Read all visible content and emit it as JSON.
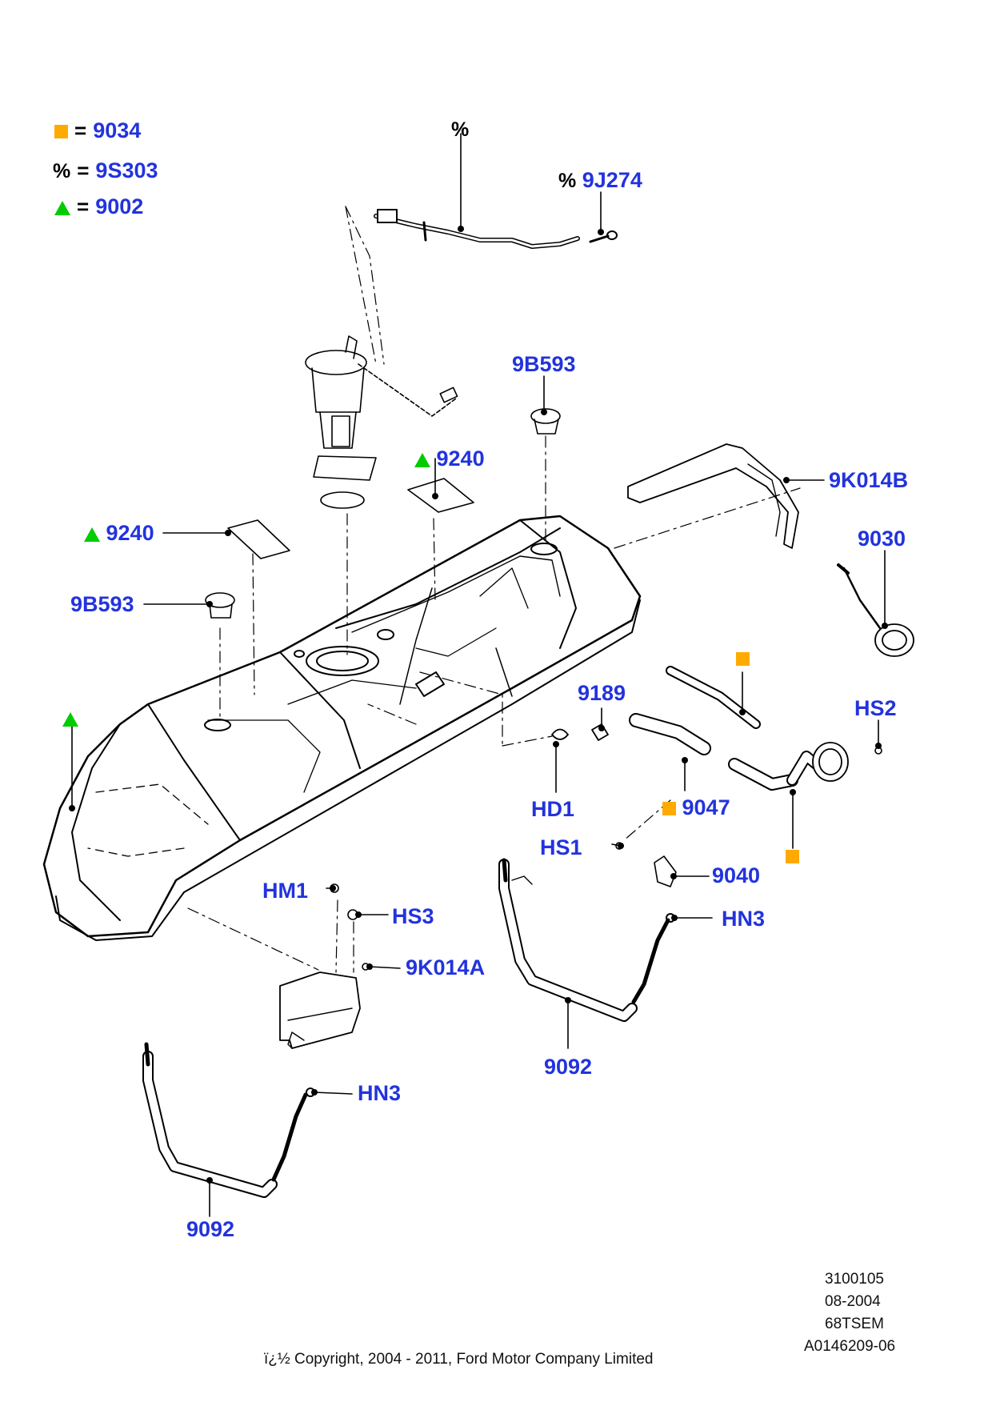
{
  "colors": {
    "label": "#2233dd",
    "orange_square": "#ffaa00",
    "green_triangle": "#00cc00",
    "line": "#000000"
  },
  "legend": [
    {
      "icon": "orange-square-icon",
      "symbol": "",
      "value": "9034"
    },
    {
      "icon": "",
      "symbol": "%",
      "value": "9S303"
    },
    {
      "icon": "green-triangle-icon",
      "symbol": "",
      "value": "9002"
    }
  ],
  "parts": {
    "pct_top": "%",
    "p9j274_pct": "%",
    "p9j274": "9J274",
    "p9b593_top": "9B593",
    "p9240_center": "9240",
    "p9k014b": "9K014B",
    "p9240_left": "9240",
    "p9030": "9030",
    "p9b593_left": "9B593",
    "p9189": "9189",
    "hs2": "HS2",
    "hd1": "HD1",
    "p9047": "9047",
    "hs1": "HS1",
    "p9040": "9040",
    "hm1": "HM1",
    "hs3": "HS3",
    "hn3_right": "HN3",
    "p9k014a": "9K014A",
    "p9092_right": "9092",
    "hn3_left": "HN3",
    "p9092_left": "9092"
  },
  "footer": {
    "ref1": "3100105",
    "ref2": "08-2004",
    "ref3": "68TSEM",
    "ref4": "A0146209-06",
    "copyright": "ï¿½ Copyright, 2004 - 2011, Ford Motor Company Limited"
  }
}
